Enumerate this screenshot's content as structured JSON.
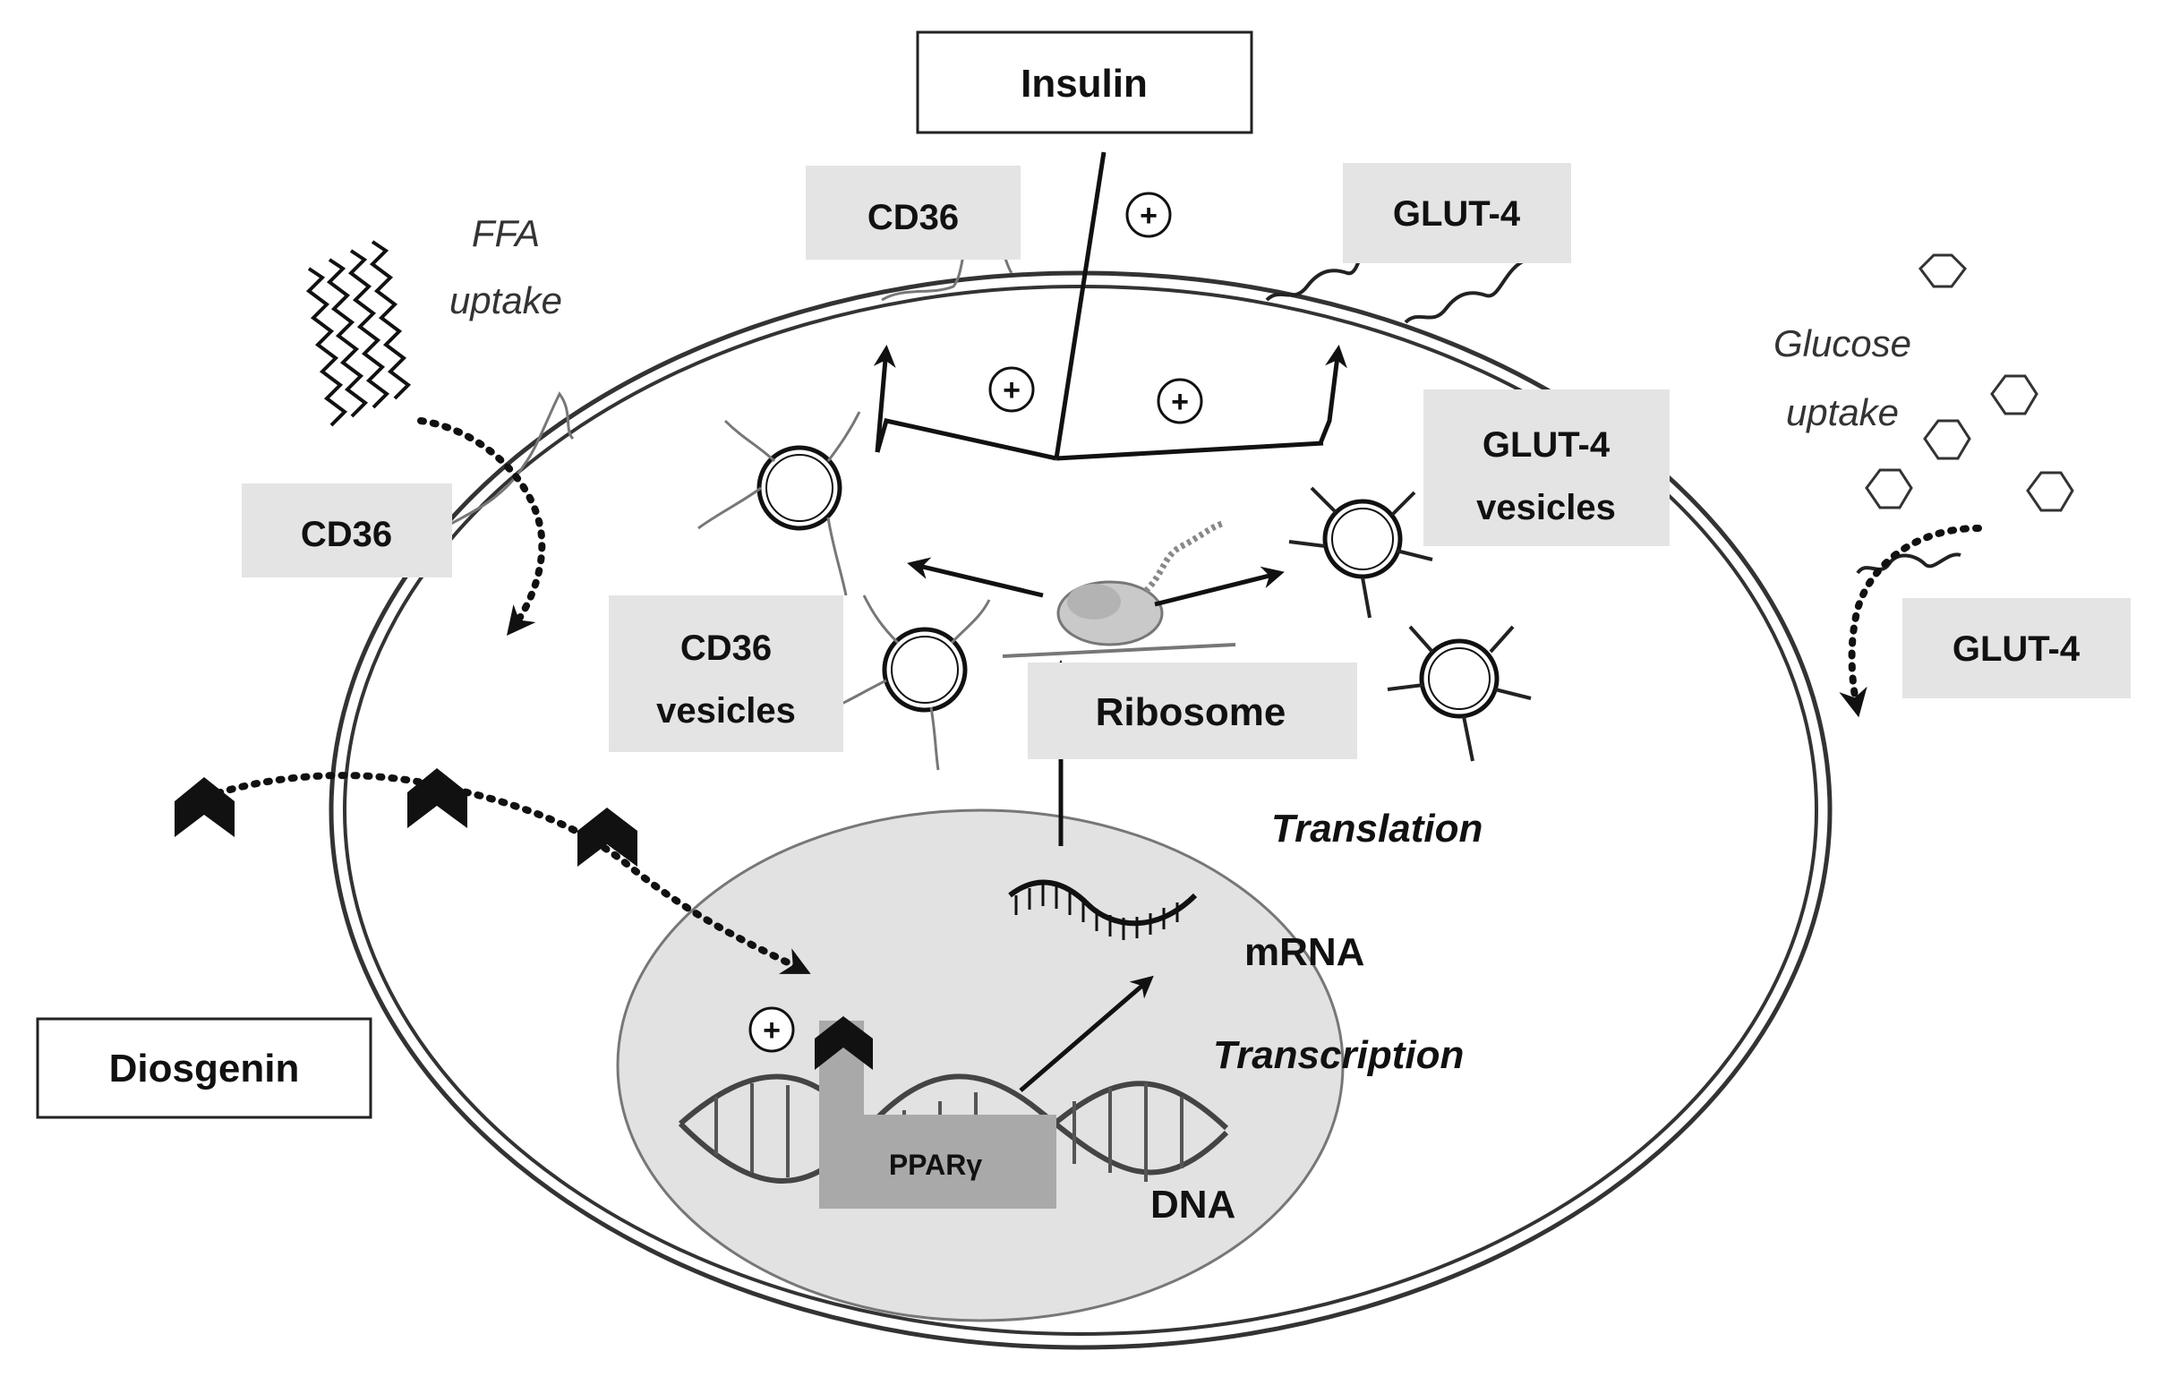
{
  "labels": {
    "insulin": "Insulin",
    "cd36_top": "CD36",
    "glut4_top": "GLUT-4",
    "ffa_uptake_line1": "FFA",
    "ffa_uptake_line2": "uptake",
    "glucose_uptake_line1": "Glucose",
    "glucose_uptake_line2": "uptake",
    "cd36_left": "CD36",
    "glut4_vesicles_line1": "GLUT-4",
    "glut4_vesicles_line2": "vesicles",
    "cd36_vesicles_line1": "CD36",
    "cd36_vesicles_line2": "vesicles",
    "ribosome": "Ribosome",
    "glut4_right": "GLUT-4",
    "translation": "Translation",
    "mrna": "mRNA",
    "transcription": "Transcription",
    "diosgenin": "Diosgenin",
    "ppar": "PPARγ",
    "dna": "DNA",
    "plus": "+"
  },
  "colors": {
    "grey_box": "#e4e4e4",
    "nucleus": "#e2e2e2",
    "ppar_block": "#a9a9a9",
    "stroke": "#111111"
  }
}
